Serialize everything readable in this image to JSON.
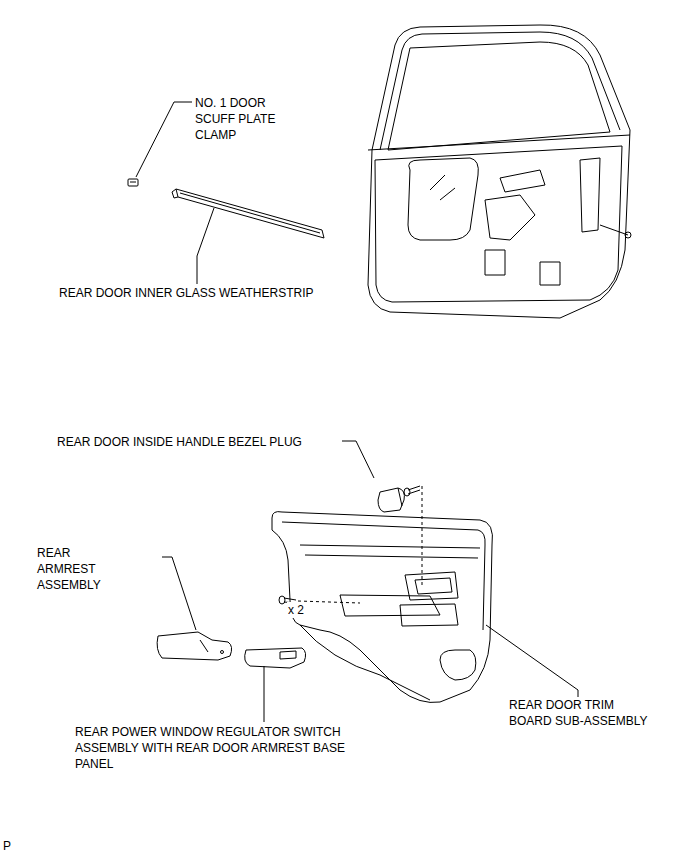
{
  "diagram": {
    "labels": [
      "NO. 1 DOOR SCUFF PLATE CLAMP",
      "REAR DOOR INNER GLASS WEATHERSTRIP",
      "REAR DOOR INSIDE HANDLE BEZEL PLUG",
      "REAR ARMREST ASSEMBLY",
      "x 2",
      "REAR POWER WINDOW REGULATOR SWITCH ASSEMBLY WITH REAR DOOR ARMREST BASE PANEL",
      "REAR DOOR TRIM BOARD SUB-ASSEMBLY",
      "P"
    ]
  }
}
